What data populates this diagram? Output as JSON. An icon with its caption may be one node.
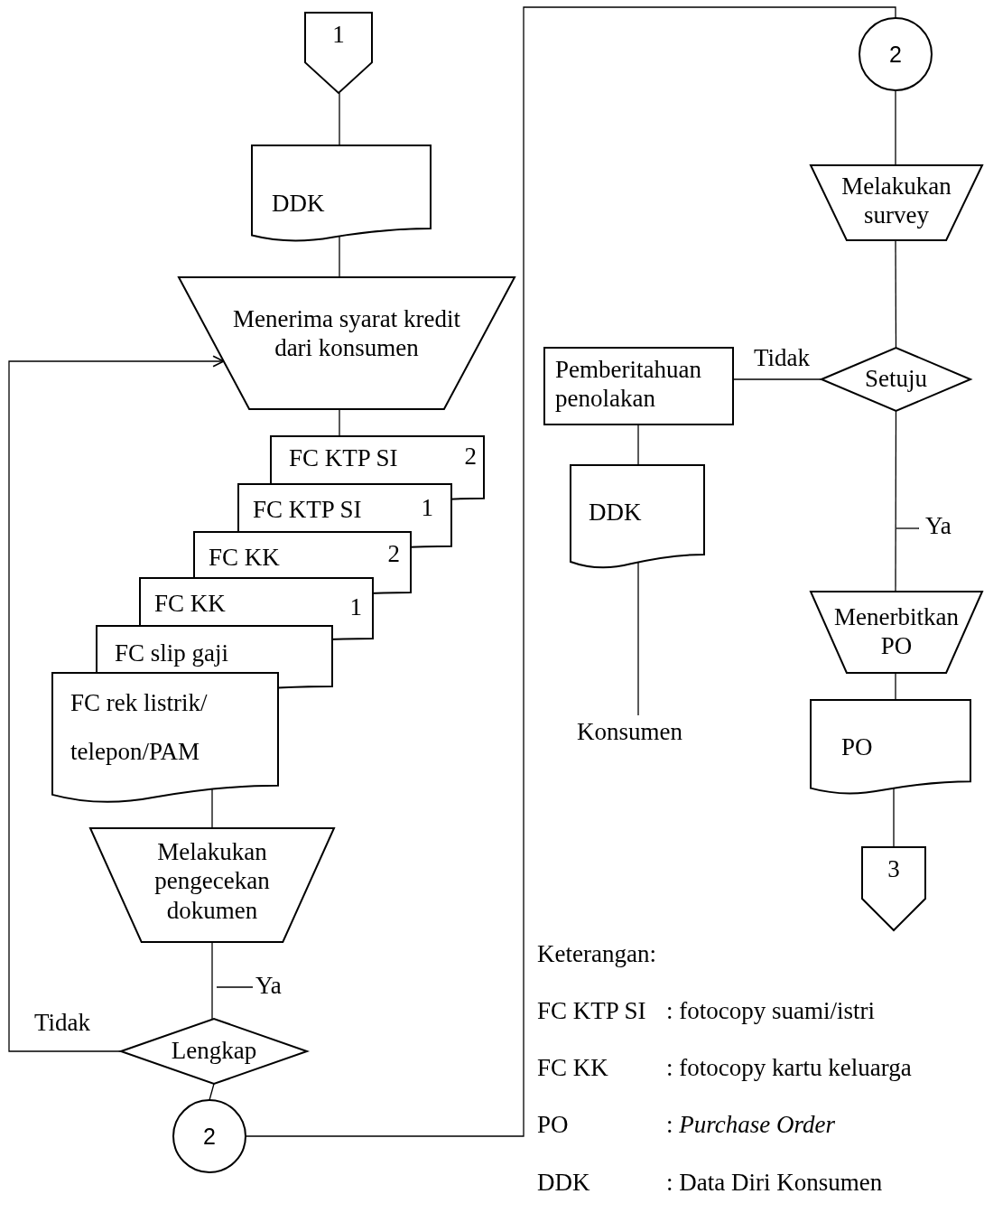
{
  "diagram": {
    "nodes": [
      {
        "text": [
          "1"
        ]
      },
      {
        "text": [
          "DDK"
        ]
      },
      {
        "text": [
          "Menerima syarat kredit dari konsumen"
        ]
      },
      {
        "text": [
          "FC KTP SI",
          "2"
        ]
      },
      {
        "text": [
          "FC KTP SI",
          "1"
        ]
      },
      {
        "text": [
          "FC KK",
          "2"
        ]
      },
      {
        "text": [
          "FC KK",
          "1"
        ]
      },
      {
        "text": [
          "FC slip gaji"
        ]
      },
      {
        "text": [
          "FC rek listrik/ telepon/PAM"
        ]
      },
      {
        "text": [
          "Melakukan pengecekan dokumen"
        ]
      },
      {
        "text": [
          "Lengkap"
        ]
      },
      {
        "text": [
          "2"
        ]
      },
      {
        "text": [
          "2"
        ]
      },
      {
        "text": [
          "Melakukan survey"
        ]
      },
      {
        "text": [
          "Setuju"
        ]
      },
      {
        "text": [
          "Pemberitahuan penolakan"
        ]
      },
      {
        "text": [
          "DDK"
        ]
      },
      {
        "text": [
          "Konsumen"
        ]
      },
      {
        "text": [
          "Menerbitkan PO"
        ]
      },
      {
        "text": [
          "PO"
        ]
      },
      {
        "text": [
          "3"
        ]
      }
    ],
    "edges": [
      {
        "from": 0,
        "to": 1,
        "arrow": "none"
      },
      {
        "from": 1,
        "to": 2,
        "arrow": "none"
      },
      {
        "from": 2,
        "to": 3,
        "arrow": "none"
      },
      {
        "from": 8,
        "to": 9,
        "arrow": "none"
      },
      {
        "from": 9,
        "to": 10,
        "arrow": "none",
        "label": "Ya"
      },
      {
        "from": 10,
        "to": 2,
        "arrow": "to",
        "label": "Tidak"
      },
      {
        "from": 10,
        "to": 11,
        "arrow": "none"
      },
      {
        "from": 11,
        "to": 12,
        "arrow": "none"
      },
      {
        "from": 12,
        "to": 13,
        "arrow": "none"
      },
      {
        "from": 13,
        "to": 14,
        "arrow": "none"
      },
      {
        "from": 14,
        "to": 15,
        "arrow": "none",
        "label": "Tidak"
      },
      {
        "from": 15,
        "to": 16,
        "arrow": "none"
      },
      {
        "from": 16,
        "to": 17,
        "arrow": "none"
      },
      {
        "from": 14,
        "to": 18,
        "arrow": "none",
        "label": "Ya"
      },
      {
        "from": 18,
        "to": 19,
        "arrow": "none"
      },
      {
        "from": 19,
        "to": 20,
        "arrow": "none"
      }
    ],
    "labels": [
      "Keterangan:",
      "FC KTP SI",
      ": fotocopy suami/istri",
      "FC KK",
      ": fotocopy kartu keluarga",
      "PO",
      ": *Purchase Order*",
      "DDK",
      ": Data Diri Konsumen"
    ]
  }
}
